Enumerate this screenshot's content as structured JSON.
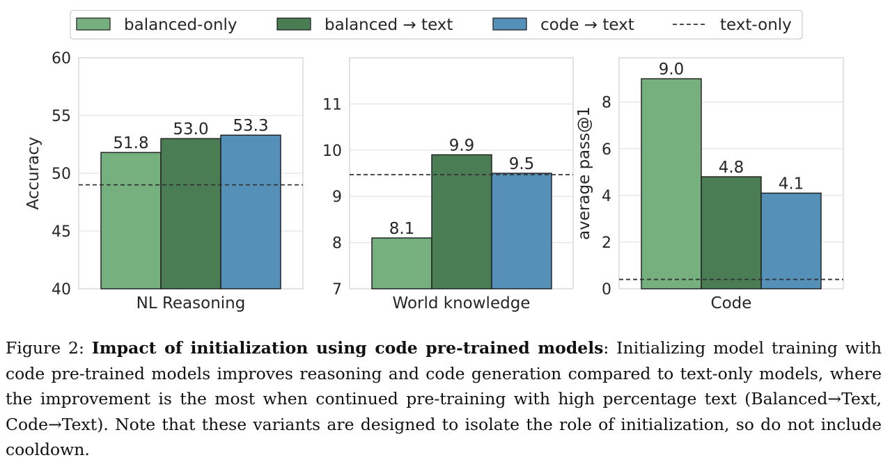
{
  "legend": {
    "items": [
      {
        "label": "balanced-only",
        "color": "#77b07f",
        "kind": "bar"
      },
      {
        "label": "balanced → text",
        "color": "#4b7d55",
        "kind": "bar"
      },
      {
        "label": "code → text",
        "color": "#5590b9",
        "kind": "bar"
      },
      {
        "label": "text-only",
        "kind": "dashed-line"
      }
    ]
  },
  "chart_data": [
    {
      "type": "bar",
      "xlabel": "NL Reasoning",
      "ylabel": "Accuracy",
      "ylim": [
        40,
        60
      ],
      "yticks": [
        40,
        45,
        50,
        55,
        60
      ],
      "series": [
        {
          "name": "balanced-only",
          "value": 51.8,
          "label": "51.8"
        },
        {
          "name": "balanced → text",
          "value": 53.0,
          "label": "53.0"
        },
        {
          "name": "code → text",
          "value": 53.3,
          "label": "53.3"
        }
      ],
      "baseline": {
        "name": "text-only",
        "value": 49.0
      },
      "grid": true
    },
    {
      "type": "bar",
      "xlabel": "World knowledge",
      "ylabel": "",
      "ylim": [
        7,
        12
      ],
      "yticks": [
        7,
        8,
        9,
        10,
        11
      ],
      "series": [
        {
          "name": "balanced-only",
          "value": 8.1,
          "label": "8.1"
        },
        {
          "name": "balanced → text",
          "value": 9.9,
          "label": "9.9"
        },
        {
          "name": "code → text",
          "value": 9.5,
          "label": "9.5"
        }
      ],
      "baseline": {
        "name": "text-only",
        "value": 9.47
      },
      "grid": true
    },
    {
      "type": "bar",
      "xlabel": "Code",
      "ylabel": "average pass@1",
      "ylim": [
        0,
        9.9
      ],
      "yticks": [
        0,
        2,
        4,
        6,
        8
      ],
      "series": [
        {
          "name": "balanced-only",
          "value": 9.0,
          "label": "9.0"
        },
        {
          "name": "balanced → text",
          "value": 4.8,
          "label": "4.8"
        },
        {
          "name": "code → text",
          "value": 4.1,
          "label": "4.1"
        }
      ],
      "baseline": {
        "name": "text-only",
        "value": 0.4
      },
      "grid": true
    }
  ],
  "caption": {
    "prefix": "Figure 2: ",
    "bold": "Impact of initialization using code pre-trained models",
    "text": ": Initializing model training with code pre-trained models improves reasoning and code generation compared to text-only models, where the improvement is the most when continued pre-training with high percentage text (Balanced→Text, Code→Text). Note that these variants are designed to isolate the role of initialization, so do not include cooldown."
  }
}
